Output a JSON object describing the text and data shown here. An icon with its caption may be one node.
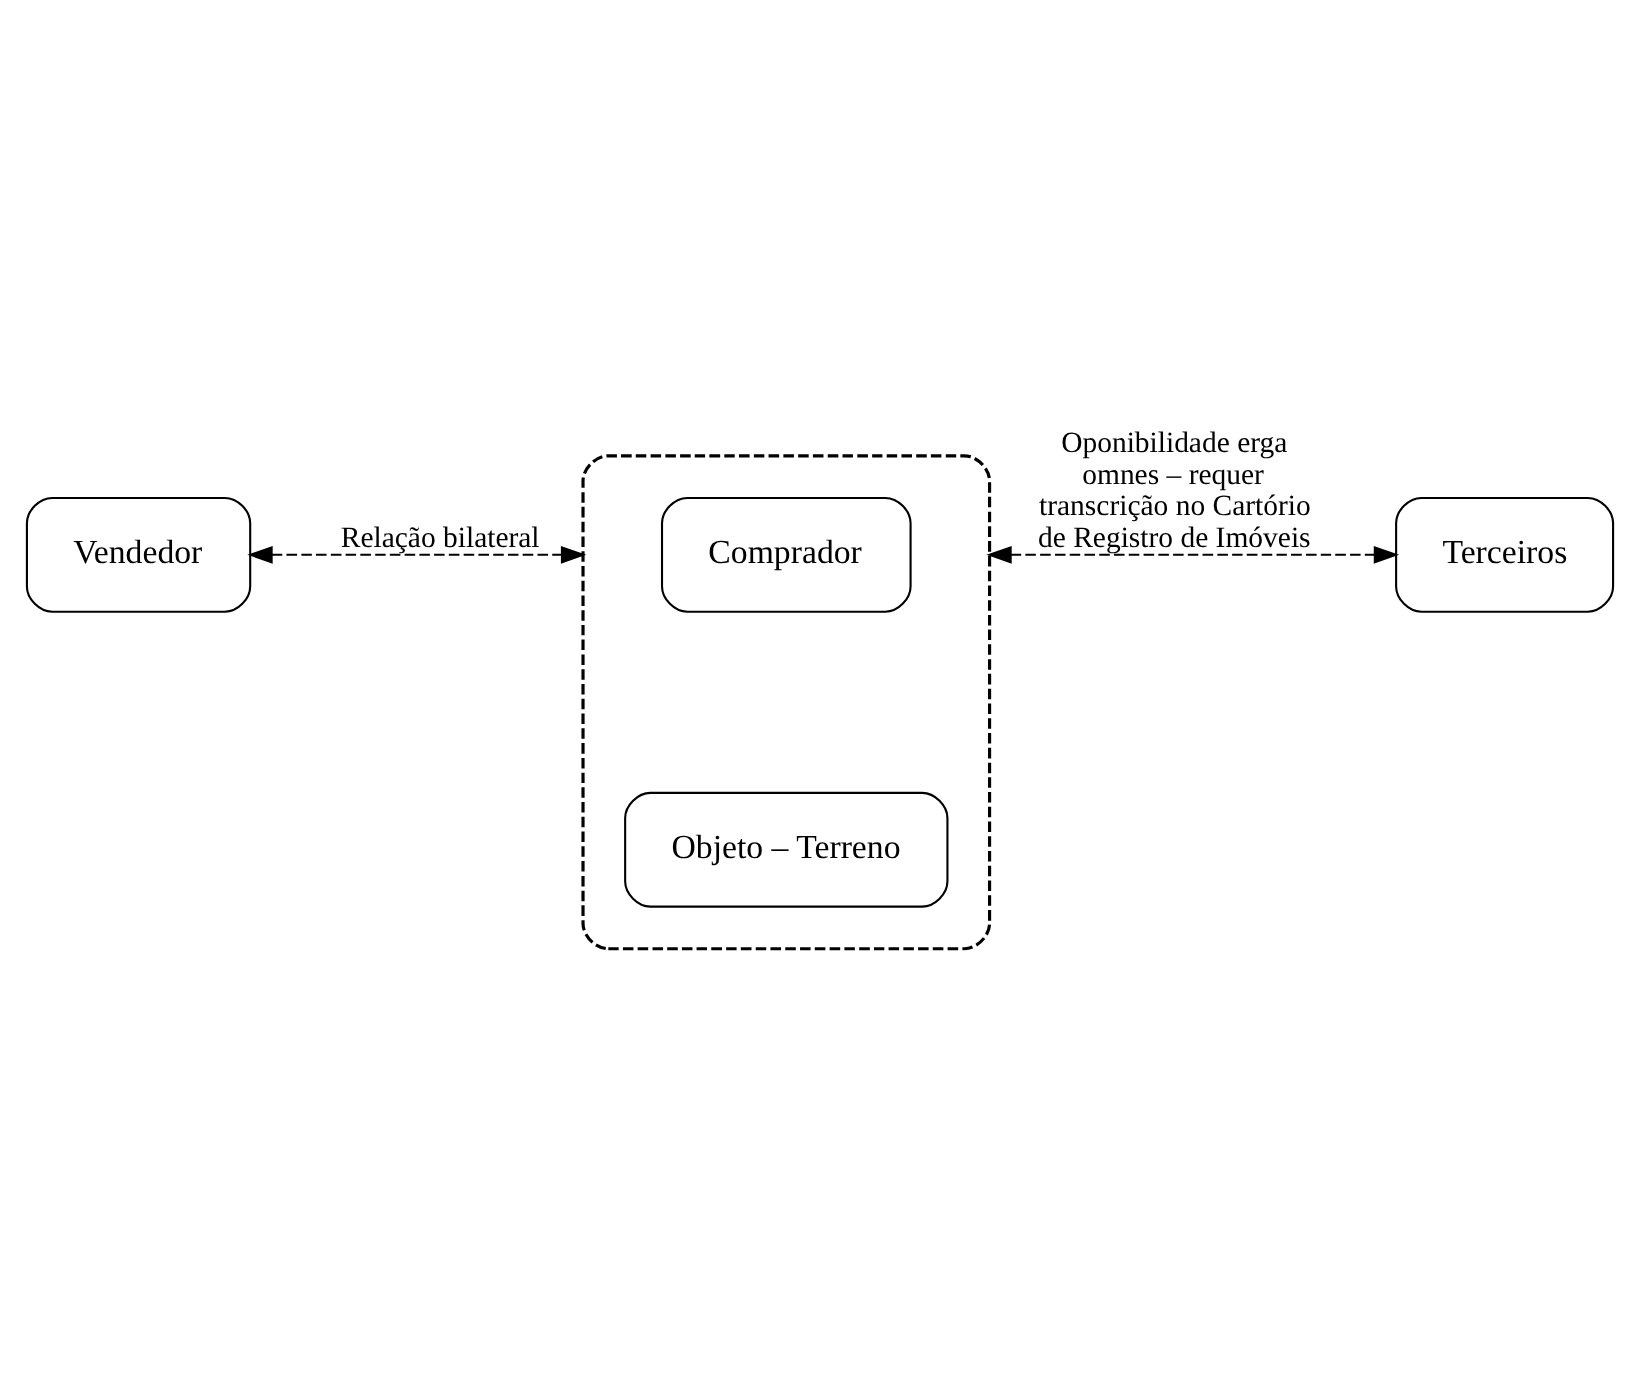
{
  "diagram": {
    "nodes": [
      {
        "text": [
          "Vendedor"
        ]
      },
      {
        "text": [],
        "shape": "box"
      },
      {
        "text": [
          "Comprador"
        ],
        "in": 1
      },
      {
        "text": [
          "Objeto – Terreno"
        ],
        "in": 1
      },
      {
        "text": [
          "Terceiros"
        ]
      }
    ],
    "edges": [
      {
        "from": 0,
        "to": 1,
        "arrow": "both",
        "style": "dashed",
        "label": "Relação bilateral"
      },
      {
        "from": 1,
        "to": 4,
        "arrow": "both",
        "style": "dashed",
        "label": "Oponibilidade erga omnes – requer transcrição no Cartório de Registro de Imóveis"
      }
    ]
  }
}
